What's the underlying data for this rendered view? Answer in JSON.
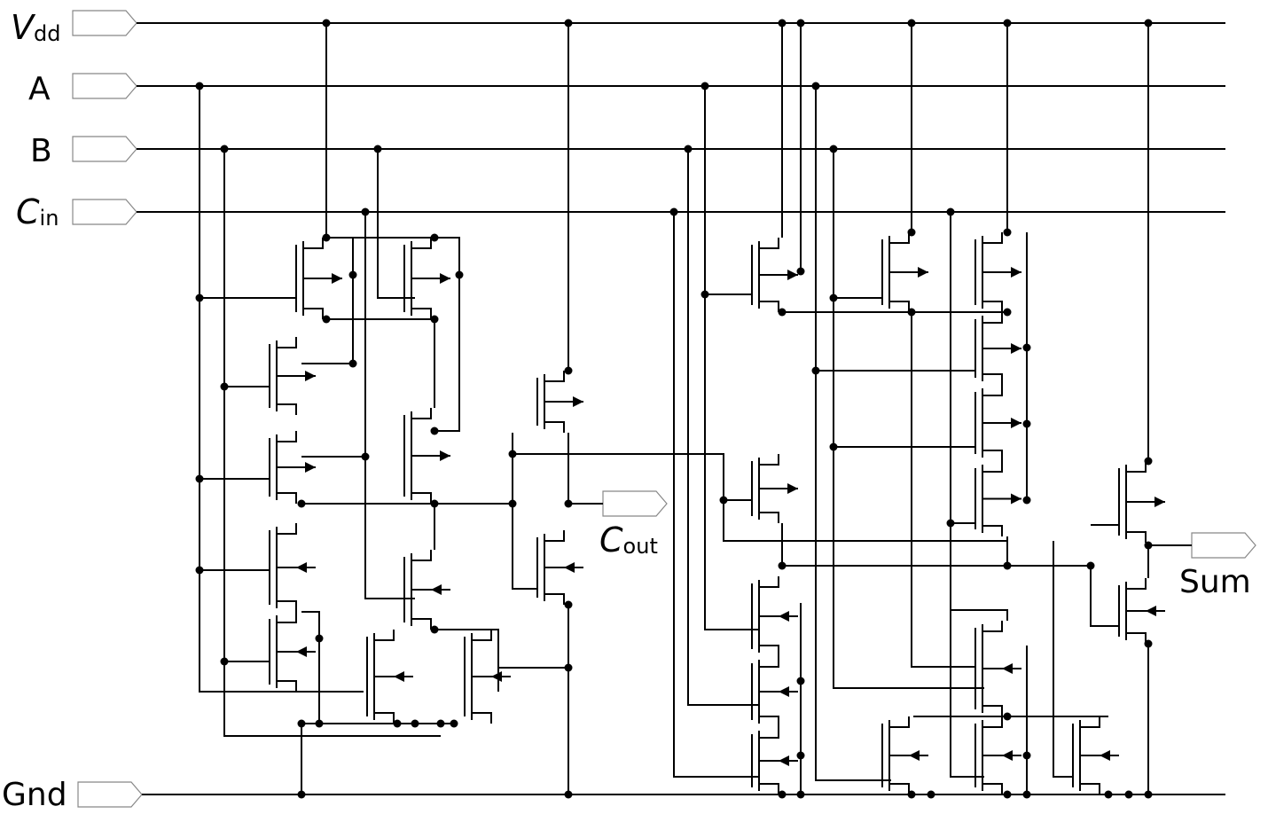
{
  "title": "",
  "signals": {
    "vdd": {
      "main": "V",
      "sub": "dd"
    },
    "a": "A",
    "b": "B",
    "cin": {
      "main": "C",
      "sub": "in"
    },
    "gnd": "Gnd"
  },
  "outputs": {
    "cout": {
      "main": "C",
      "sub": "out"
    },
    "sum": "Sum"
  },
  "colors": {
    "wire": "#000000",
    "port_fill": "#ffffff",
    "port_stroke": "#888888"
  }
}
